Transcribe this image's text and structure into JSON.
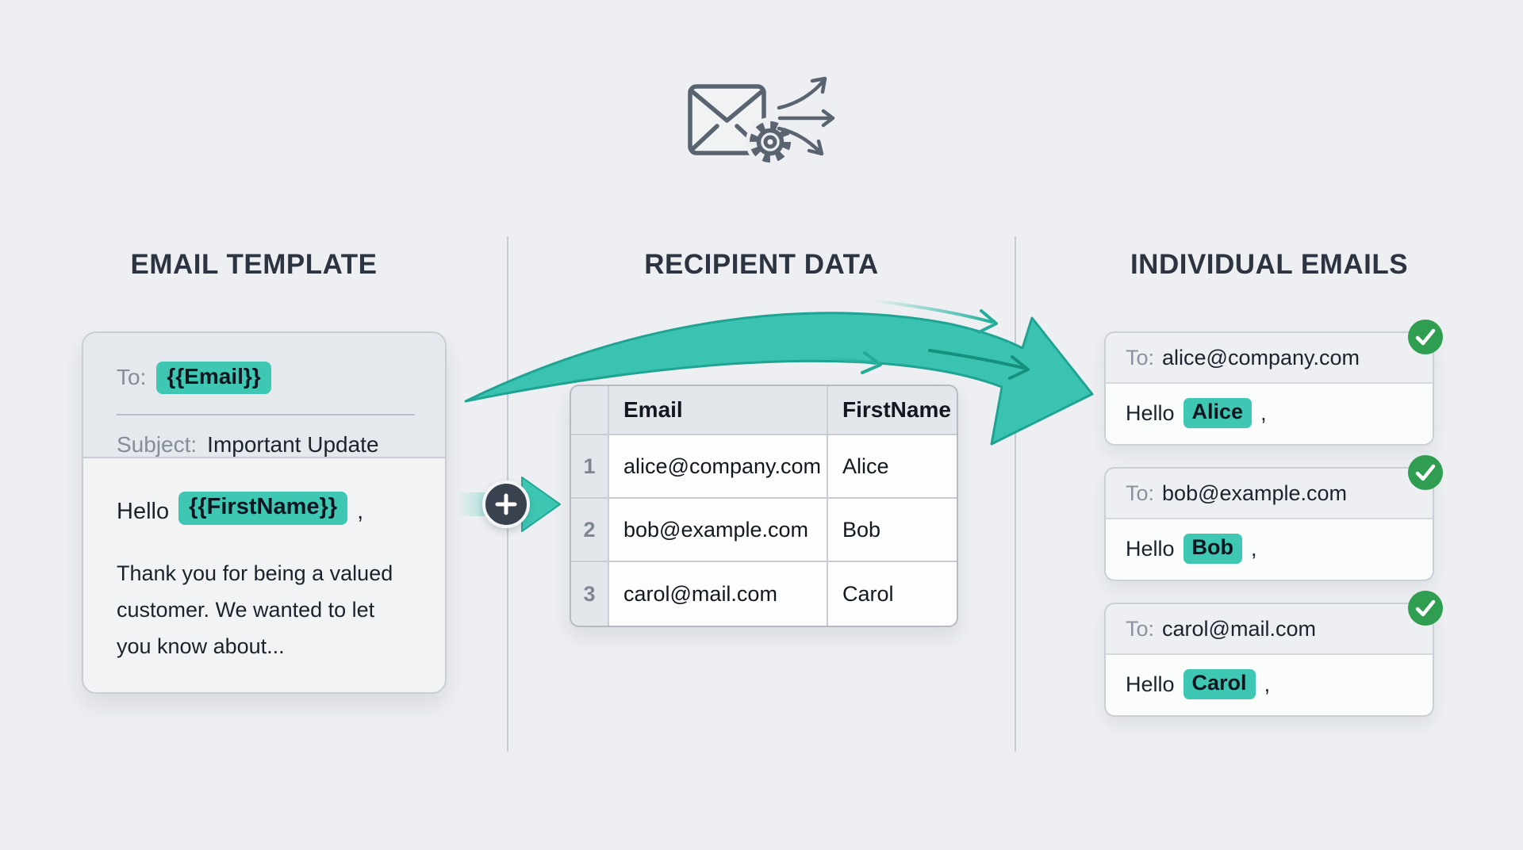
{
  "colors": {
    "accent_teal": "#3ec8b4",
    "accent_teal_dark": "#1fa392",
    "success_green": "#2f9e50",
    "heading": "#2b3440",
    "ink": "#1a222c",
    "muted": "#848d98"
  },
  "icons": {
    "header": "mail-merge-icon",
    "merge": "plus-merge-icon",
    "status": "check-icon"
  },
  "sections": {
    "template": {
      "heading": "EMAIL TEMPLATE"
    },
    "data": {
      "heading": "RECIPIENT DATA"
    },
    "output": {
      "heading": "INDIVIDUAL EMAILS"
    }
  },
  "template_card": {
    "to_label": "To:",
    "to_token": "{{Email}}",
    "subject_label": "Subject:",
    "subject_value": "Important Update",
    "greeting_prefix": "Hello",
    "greeting_token": "{{FirstName}}",
    "greeting_punct": ",",
    "body_lines": [
      "Thank you for being a valued",
      "customer. We wanted to let",
      "you know about..."
    ]
  },
  "table": {
    "columns": [
      "Email",
      "FirstName"
    ],
    "rows": [
      {
        "num": "1",
        "email": "alice@company.com",
        "firstName": "Alice"
      },
      {
        "num": "2",
        "email": "bob@example.com",
        "firstName": "Bob"
      },
      {
        "num": "3",
        "email": "carol@mail.com",
        "firstName": "Carol"
      }
    ]
  },
  "emails": [
    {
      "to_label": "To:",
      "to_value": "alice@company.com",
      "greeting_prefix": "Hello",
      "name_token": "Alice",
      "punct": ","
    },
    {
      "to_label": "To:",
      "to_value": "bob@example.com",
      "greeting_prefix": "Hello",
      "name_token": "Bob",
      "punct": ","
    },
    {
      "to_label": "To:",
      "to_value": "carol@mail.com",
      "greeting_prefix": "Hello",
      "name_token": "Carol",
      "punct": ","
    }
  ]
}
